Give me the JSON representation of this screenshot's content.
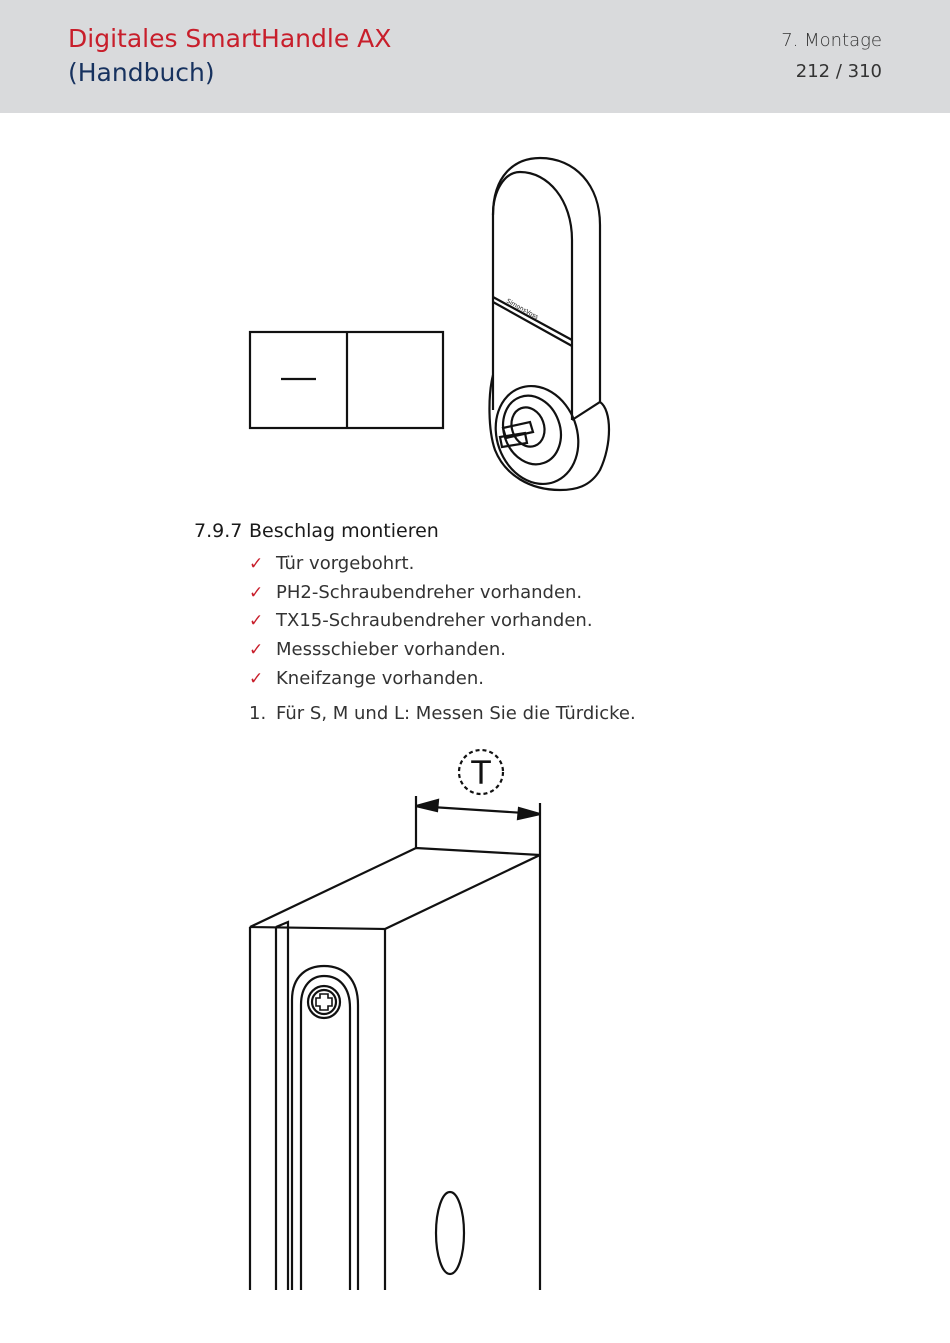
{
  "header": {
    "title": "Digitales SmartHandle AX",
    "subtitle": "(Handbuch)",
    "chapter": "7. Montage",
    "page": "212 / 310"
  },
  "figure_top": {
    "brand_text": "SimonsVoss"
  },
  "section": {
    "number": "7.9.7",
    "title": "Beschlag montieren",
    "checklist": [
      "Tür vorgebohrt.",
      "PH2-Schraubendreher vorhanden.",
      "TX15-Schraubendreher vorhanden.",
      "Messschieber vorhanden.",
      "Kneifzange vorhanden."
    ],
    "check_icon": "✓",
    "steps": [
      {
        "number": "1.",
        "text": "Für S, M und L: Messen Sie die Türdicke."
      }
    ]
  },
  "figure_bottom": {
    "dimension_label": "T"
  },
  "colors": {
    "accent_red": "#c81e2b",
    "navy": "#17325f",
    "header_gray": "#d9dadc"
  }
}
